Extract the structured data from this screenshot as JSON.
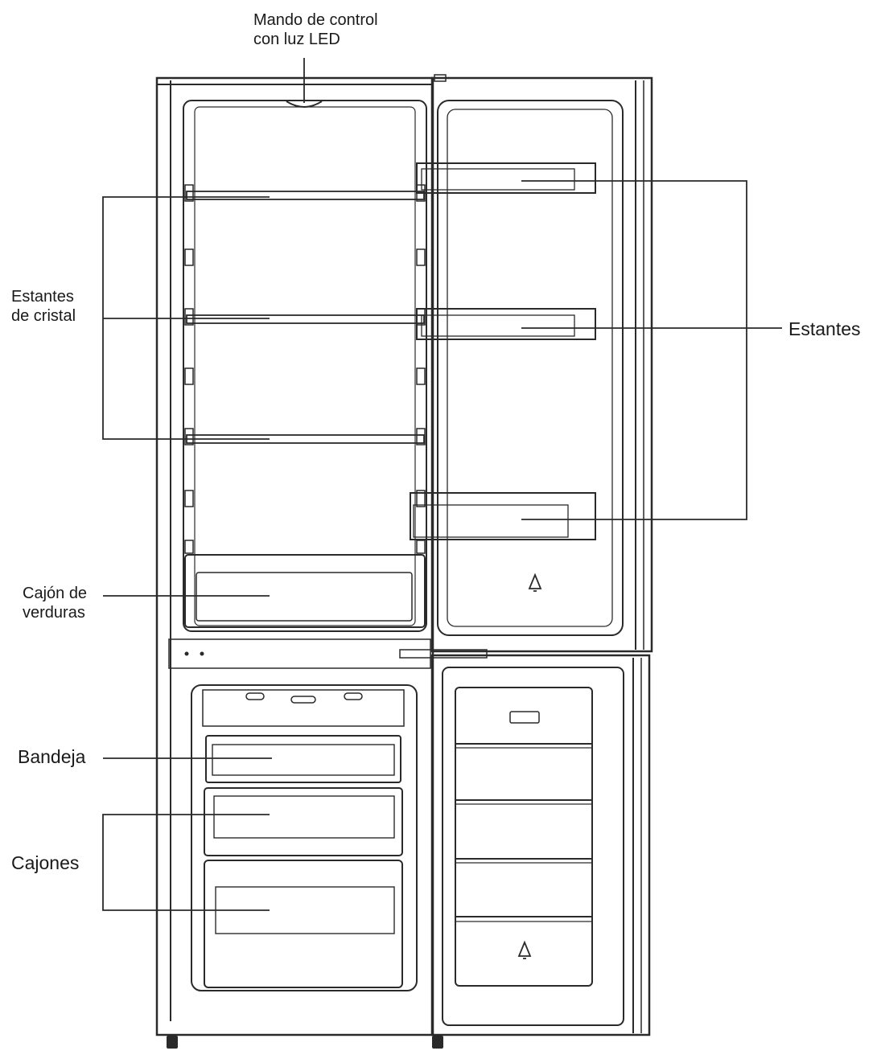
{
  "labels": {
    "control": {
      "line1": "Mando de control",
      "line2": "con luz LED"
    },
    "glass_shelves": {
      "line1": "Estantes",
      "line2": "de cristal"
    },
    "shelves": "Estantes",
    "crisper": {
      "line1": "Cajón de",
      "line2": "verduras"
    },
    "tray": "Bandeja",
    "drawers": "Cajones"
  },
  "colors": {
    "line": "#2a2a2a",
    "background": "#ffffff"
  }
}
